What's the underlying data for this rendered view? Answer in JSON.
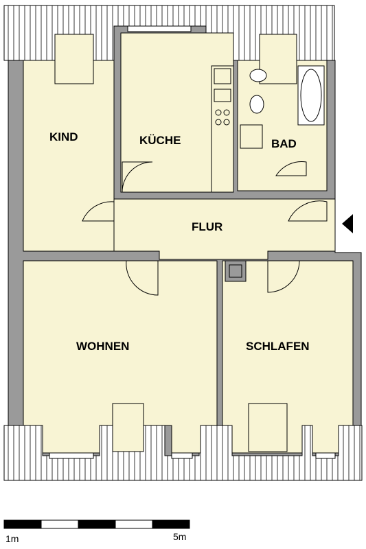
{
  "floorplan": {
    "rooms": [
      {
        "id": "kind",
        "label": "KIND"
      },
      {
        "id": "kueche",
        "label": "KÜCHE"
      },
      {
        "id": "bad",
        "label": "BAD"
      },
      {
        "id": "flur",
        "label": "FLUR"
      },
      {
        "id": "wohnen",
        "label": "WOHNEN"
      },
      {
        "id": "schlafen",
        "label": "SCHLAFEN"
      }
    ],
    "entrance_marker": "entrance-arrow-icon"
  },
  "scale_bar": {
    "start_label": "1m",
    "end_label": "5m"
  },
  "colors": {
    "floor": "#f8f4d4",
    "wall": "#9a9a9a",
    "outline": "#000000",
    "roof": "#ffffff"
  }
}
